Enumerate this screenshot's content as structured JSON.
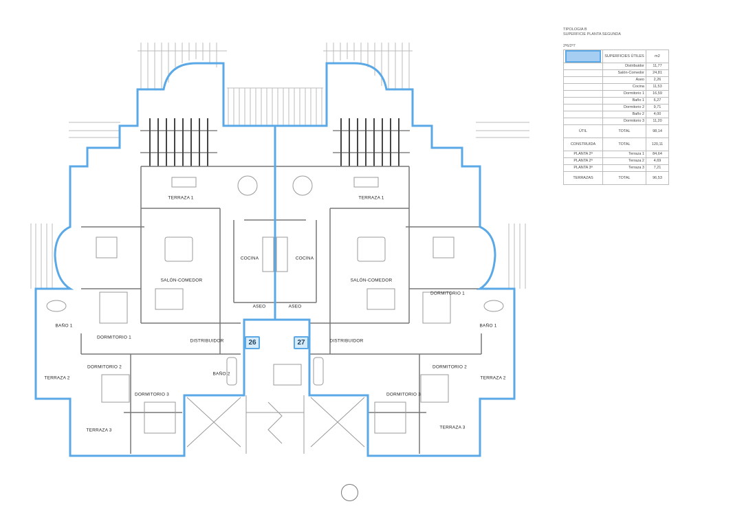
{
  "plan": {
    "header_line1": "TIPOLOGIA B",
    "header_line2": "SUPERFICIE PLANTA SEGUNDA",
    "unit_ref": "2º6/2º7",
    "highlight_color": "#5aa8e6",
    "rooms": {
      "terraza1_left": "TERRAZA 1",
      "terraza1_right": "TERRAZA 1",
      "cocina_left": "COCINA",
      "cocina_right": "COCINA",
      "salon_left": "SALÓN-COMEDOR",
      "salon_right": "SALÓN-COMEDOR",
      "aseo_left": "ASEO",
      "aseo_right": "ASEO",
      "distribuidor_left": "DISTRIBUIDOR",
      "distribuidor_right": "DISTRIBUIDOR",
      "dormitorio1_left": "DORMITORIO 1",
      "dormitorio1_right": "DORMITORIO 1",
      "bano1_left": "BAÑO 1",
      "bano1_right": "BAÑO 1",
      "dormitorio2_left": "DORMITORIO 2",
      "dormitorio2_right": "DORMITORIO 2",
      "bano2_left": "BAÑO 2",
      "dormitorio3_left": "DORMITORIO 3",
      "dormitorio3_right": "DORMITORIO 3",
      "terraza2_left": "TERRAZA 2",
      "terraza2_right": "TERRAZA 2",
      "terraza3_left": "TERRAZA 3",
      "terraza3_right": "TERRAZA 3"
    },
    "units": {
      "left": "26",
      "right": "27"
    }
  },
  "table": {
    "head": {
      "col2": "SUPERFICIES ÚTILES",
      "col3": "m2"
    },
    "utiles": [
      {
        "name": "Distribuidor",
        "value": "11,77"
      },
      {
        "name": "Salón-Comedor",
        "value": "24,81"
      },
      {
        "name": "Aseo",
        "value": "2,26"
      },
      {
        "name": "Cocina",
        "value": "11,53"
      },
      {
        "name": "Dormitorio 1",
        "value": "16,59"
      },
      {
        "name": "Baño 1",
        "value": "6,27"
      },
      {
        "name": "Dormitorio 2",
        "value": "9,71"
      },
      {
        "name": "Baño 2",
        "value": "4,00"
      },
      {
        "name": "Dormitorio 3",
        "value": "11,20"
      }
    ],
    "util_total": {
      "label": "ÚTIL",
      "name": "TOTAL",
      "value": "98,14"
    },
    "construida_total": {
      "label": "CONSTRUIDA",
      "name": "TOTAL",
      "value": "120,11"
    },
    "terrazas": [
      {
        "label": "PLANTA 2ª",
        "name": "Terraza 1",
        "value": "84,64"
      },
      {
        "label": "PLANTA 2ª",
        "name": "Terraza 2",
        "value": "4,69"
      },
      {
        "label": "PLANTA 3ª",
        "name": "Terraza 3",
        "value": "7,21"
      }
    ],
    "terrazas_total": {
      "label": "TERRAZAS",
      "name": "TOTAL",
      "value": "96,53"
    }
  }
}
